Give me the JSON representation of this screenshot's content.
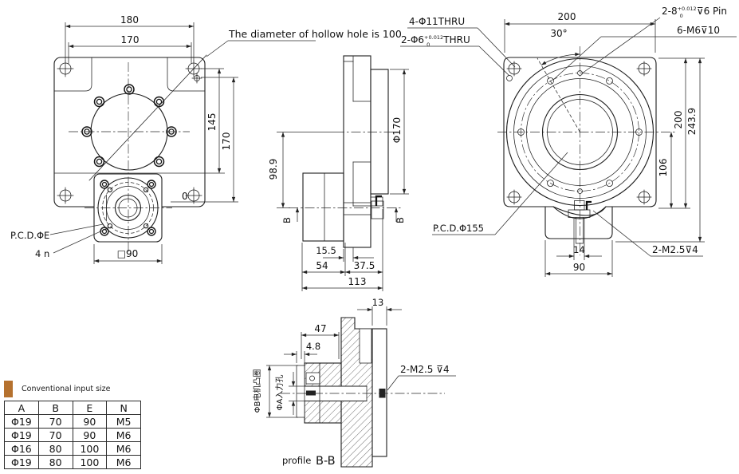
{
  "drawing": {
    "note": "The diameter of hollow hole is 100",
    "callouts": {
      "thru4": "4-Φ11THRU",
      "thru2": {
        "prefix": "2-Φ6",
        "sup": "+0.012",
        "sub": "0",
        "suffix": "THRU"
      },
      "pin": {
        "prefix": "2-8",
        "sup": "+0.012",
        "sub": "0",
        "suffix": "⊽6 Pin"
      },
      "m6": "6-M6⊽10",
      "pcd155": "P.C.D.Φ155",
      "pcd_e": "P.C.D.ΦE",
      "count_4n": "4 n",
      "m25_rear": "2-M2.5⊽4",
      "m25_section": "2-M2.5 ⊽4"
    },
    "front": {
      "d180": "180",
      "d170_top": "170",
      "d145": "145",
      "d170_side": "170",
      "zero": "0",
      "square90": "□90"
    },
    "side": {
      "phi170": "Φ170",
      "d989": "98.9",
      "d155": "15.5",
      "d54": "54",
      "d375": "37.5",
      "d113": "113",
      "section_b": "B"
    },
    "rear": {
      "d200_top": "200",
      "angle30": "30°",
      "d200_side": "200",
      "d2439": "243.9",
      "d106": "106",
      "d14": "14",
      "d90": "90"
    },
    "section": {
      "d13": "13",
      "d47": "47",
      "d48": "4.8",
      "phi_b_label": "ΦB电机凸圈",
      "phi_a_label": "ΦA入力孔",
      "caption_prefix": "profile",
      "caption": "B-B"
    }
  },
  "table": {
    "title": "Conventional input size",
    "accent_color": "#b5712e",
    "headers": [
      "A",
      "B",
      "E",
      "N"
    ],
    "rows": [
      [
        "Φ19",
        "70",
        "90",
        "M5"
      ],
      [
        "Φ19",
        "70",
        "90",
        "M6"
      ],
      [
        "Φ16",
        "80",
        "100",
        "M6"
      ],
      [
        "Φ19",
        "80",
        "100",
        "M6"
      ]
    ]
  }
}
